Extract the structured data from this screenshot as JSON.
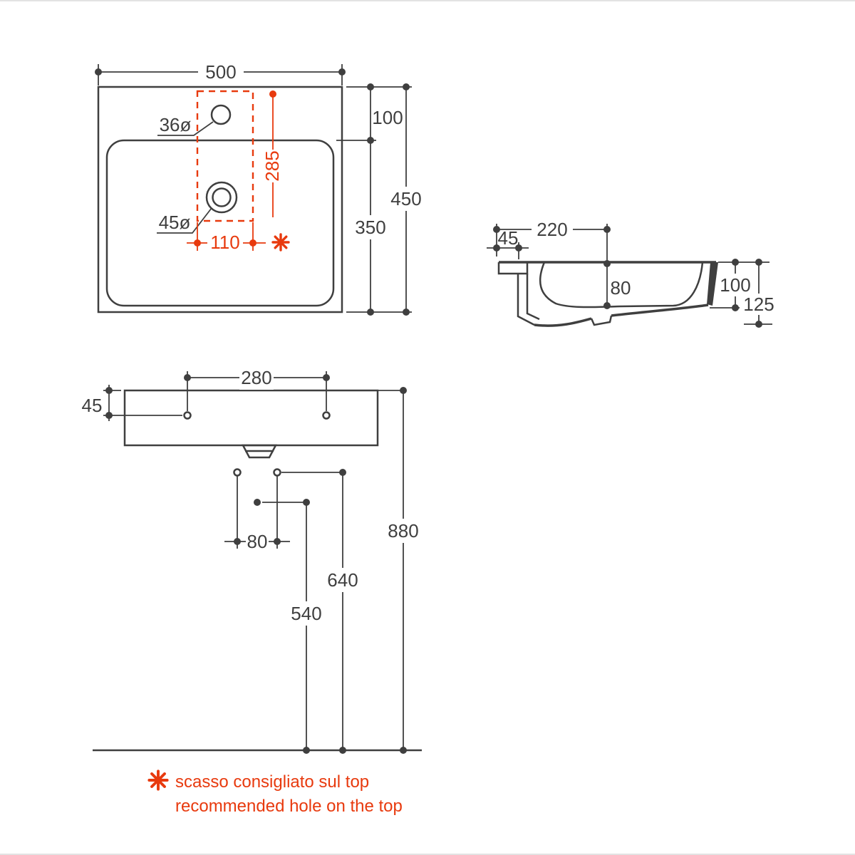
{
  "colors": {
    "line": "#3f3f3f",
    "accent_red": "#e83a0e",
    "background": "#ffffff"
  },
  "plan_view": {
    "width": "500",
    "rim_to_bowl": "100",
    "depth": "450",
    "bowl_depth": "350",
    "tap_hole_diameter": "36ø",
    "drain_diameter": "45ø",
    "cutout_length": "285",
    "cutout_width": "110"
  },
  "side_view": {
    "depth_to_drain": "220",
    "bracket_depth": "45",
    "bowl_inner_depth": "80",
    "edge_height": "100",
    "total_height": "125"
  },
  "front_view": {
    "mount_hole_spacing": "280",
    "mount_hole_offset": "45",
    "tap_hole_spacing": "80",
    "rim_height": "880",
    "hole_height": "640",
    "drain_height": "540"
  },
  "legend": {
    "symbol_icon": "asterisk-icon",
    "note_italian": "scasso consigliato sul top",
    "note_english": "recommended hole on the top"
  }
}
